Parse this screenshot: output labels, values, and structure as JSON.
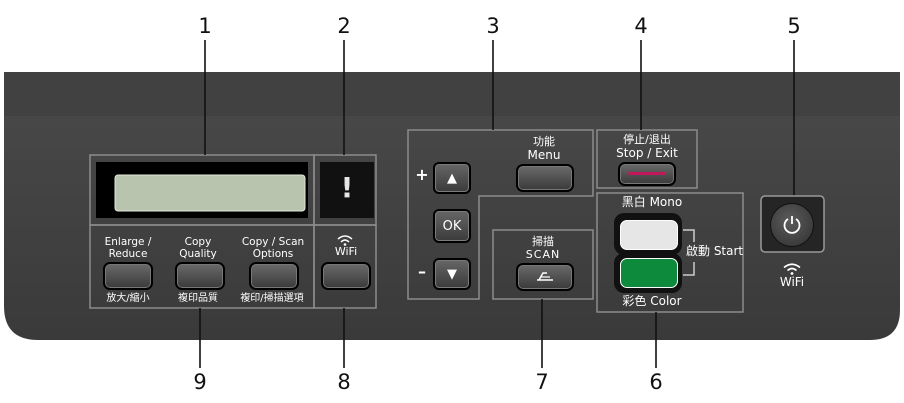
{
  "callouts": [
    "1",
    "2",
    "3",
    "4",
    "5",
    "6",
    "7",
    "8",
    "9"
  ],
  "led": {
    "alert_symbol": "!"
  },
  "menu": {
    "label_cn": "功能",
    "label": "Menu"
  },
  "nav": {
    "plus": "+",
    "minus": "–",
    "up": "▲",
    "ok": "OK",
    "down": "▼"
  },
  "stop": {
    "label_cn": "停止/退出",
    "label": "Stop / Exit",
    "color": "#c2185b"
  },
  "start": {
    "mono_label": "黑白 Mono",
    "color_label": "彩色 Color",
    "start_label": "啟動 Start",
    "mono_color": "#e6e6e6",
    "color_color": "#0e8a3c"
  },
  "scan": {
    "label_cn": "掃描",
    "label": "SCAN",
    "icon": "scan-icon"
  },
  "wifi": {
    "label": "WiFi",
    "icon": "wifi-icon"
  },
  "power": {
    "icon": "power-icon",
    "wifi_label": "WiFi"
  },
  "copy_buttons": [
    {
      "top": "Enlarge /\nReduce",
      "bottom": "放大/縮小"
    },
    {
      "top": "Copy\nQuality",
      "bottom": "複印品質"
    },
    {
      "top": "Copy / Scan\nOptions",
      "bottom": "複印/掃描選項"
    }
  ]
}
